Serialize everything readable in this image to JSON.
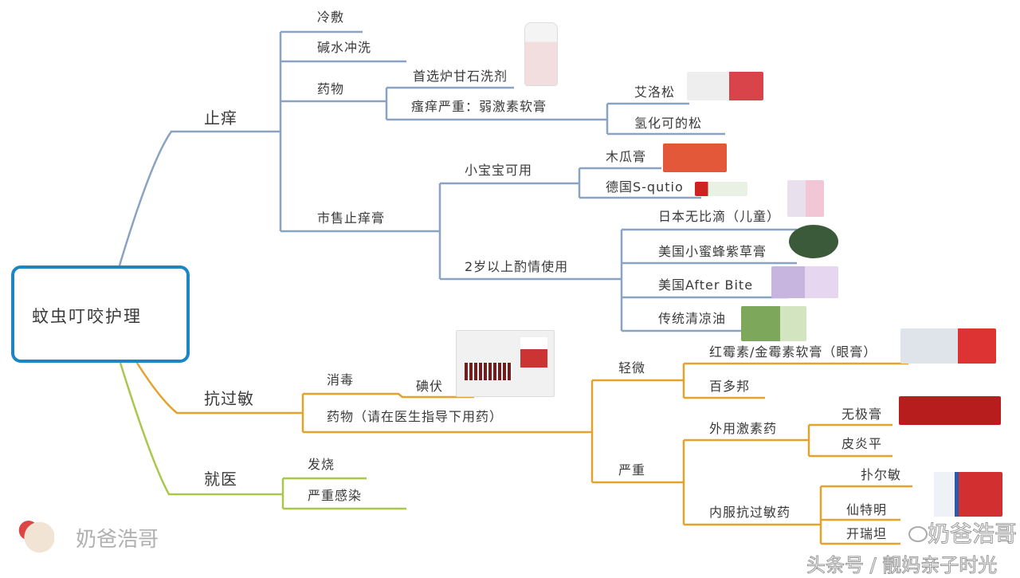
{
  "root": "蚊虫叮咬护理",
  "colors": {
    "root_border": "#1c86c0",
    "branch_itch": "#8aa3c2",
    "branch_allergy": "#e4a22e",
    "branch_doctor": "#a8c84c"
  },
  "itch": {
    "label": "止痒",
    "cold": "冷敷",
    "alkaline": "碱水冲洗",
    "medicine": {
      "label": "药物",
      "first": "首选炉甘石洗剂",
      "severe": "瘙痒严重：弱激素软膏",
      "severe_items": [
        "艾洛松",
        "氢化可的松"
      ]
    },
    "otc": {
      "label": "市售止痒膏",
      "baby": {
        "label": "小宝宝可用",
        "items": [
          "木瓜膏",
          "德国S-qutio"
        ]
      },
      "over2": {
        "label": "2岁以上酌情使用",
        "items": [
          "日本无比滴（儿童）",
          "美国小蜜蜂紫草膏",
          "美国After Bite",
          "传统清凉油"
        ]
      }
    }
  },
  "allergy": {
    "label": "抗过敏",
    "disinfect": {
      "label": "消毒",
      "item": "碘伏"
    },
    "medicine": {
      "label": "药物（请在医生指导下用药）",
      "mild": {
        "label": "轻微",
        "items": [
          "红霉素/金霉素软膏（眼膏）",
          "百多邦"
        ]
      },
      "severe": {
        "label": "严重",
        "topical": {
          "label": "外用激素药",
          "items": [
            "无极膏",
            "皮炎平"
          ]
        },
        "oral": {
          "label": "内服抗过敏药",
          "items": [
            "扑尔敏",
            "仙特明",
            "开瑞坦"
          ]
        }
      }
    }
  },
  "doctor": {
    "label": "就医",
    "items": [
      "发烧",
      "严重感染"
    ]
  },
  "watermarks": {
    "left": "奶爸浩哥",
    "right_name": "奶爸浩哥",
    "right_source": "头条号 / 靓妈亲子时光"
  }
}
